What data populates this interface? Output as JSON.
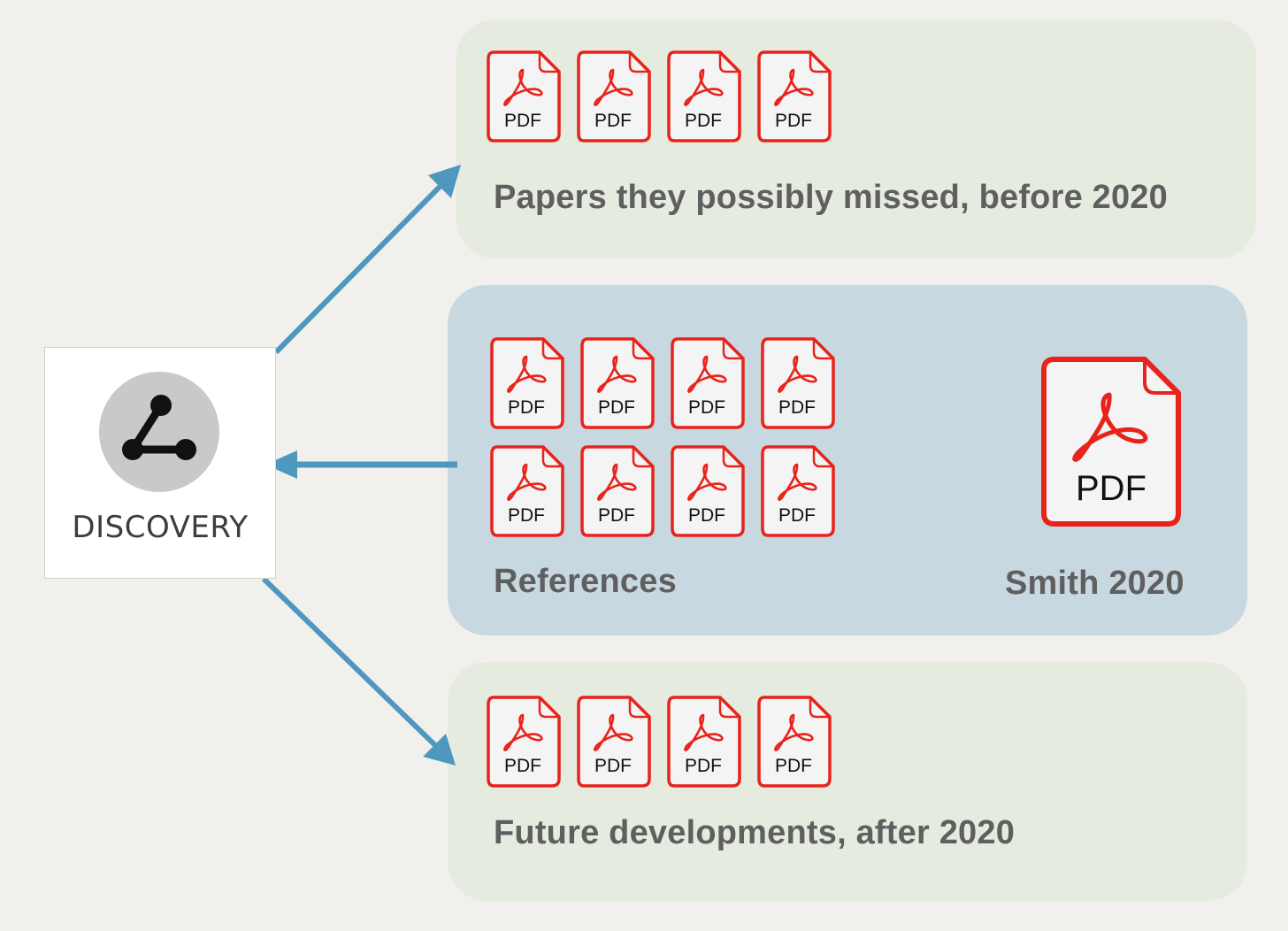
{
  "discovery": {
    "label": "DISCOVERY",
    "icon": "graph-network-icon"
  },
  "panels": {
    "top": {
      "label": "Papers they possibly missed, before 2020",
      "pdf_count": 4
    },
    "middle": {
      "label": "References",
      "pdf_count": 8,
      "focus_label": "Smith 2020"
    },
    "bottom": {
      "label": "Future developments, after 2020",
      "pdf_count": 4
    }
  },
  "pdf_icon_text": "PDF",
  "colors": {
    "background": "#f1f0ec",
    "green_panel": "#e5ebde",
    "blue_panel": "#c8d8e0",
    "arrow": "#4e98bf",
    "pdf_red": "#e8231b"
  }
}
